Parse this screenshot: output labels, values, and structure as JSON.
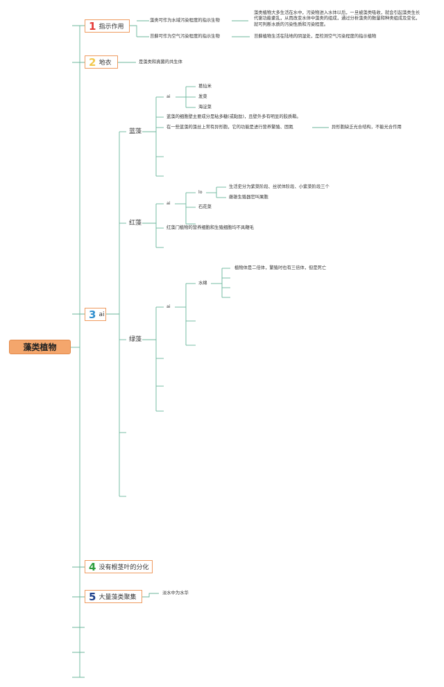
{
  "root": {
    "label": "藻类植物"
  },
  "branches": [
    {
      "num": "1",
      "color": "#e53935",
      "label": "指示作用"
    },
    {
      "num": "2",
      "color": "#f2c84b",
      "label": "地衣"
    },
    {
      "num": "3",
      "color": "#2f8fcf",
      "label": "ai"
    },
    {
      "num": "4",
      "color": "#2e9e3f",
      "label": "没有根茎叶的分化"
    },
    {
      "num": "5",
      "color": "#1d3f8a",
      "label": "大量藻类聚集"
    }
  ],
  "b1": {
    "water_indicator": "藻类可作为水域污染程度的指示生物",
    "water_desc": "藻类植物大多生活在水中，污染物进入水体以后，一旦被藻类吸收，就会引起藻类生长代谢功能紊乱，从而改变水体中藻类的组成，通过分析藻类的数量和种类组成及变化，就可判断水质的污染性质和污染程度。",
    "air_indicator": "苔藓可作为空气污染程度的指示生物",
    "air_desc": "苔藓植物生活在陆地的阴湿处，是检测空气污染程度的指示植物"
  },
  "b2": {
    "desc": "是藻类和真菌的共生体"
  },
  "b3": {
    "lan": {
      "label": "蓝藻",
      "ai": "ai",
      "items": [
        "葛仙米",
        "发菜",
        "海淀菜"
      ],
      "wall": "蓝藻的细胞壁主要成分是粘多糖(或黏肽)，且壁外多有明显的胶质鞘。",
      "hetero": "在一些蓝藻的藻丝上常有异形胞，它的功能是进行营养繁殖、固氮",
      "hetero_note": "异形胞缺乏光合结构，不能光合作用"
    },
    "hong": {
      "label": "红藻",
      "ai": "ai",
      "lo": "lo",
      "life": "生活史分为紫菜阶段、丝状体阶段、小紫菜阶段三个",
      "organ": "雌雄生殖器官叫果胞",
      "shihua": "石花菜",
      "note": "红藻门植物的营养细胞和生殖细胞均不具鞭毛"
    },
    "lv": {
      "label": "绿藻",
      "ai": "ai",
      "shuimian": "水绵",
      "desc": "植物体是二倍体，繁殖时也有三倍体，但是死亡"
    }
  },
  "b5": {
    "desc": "淡水中为水华"
  }
}
